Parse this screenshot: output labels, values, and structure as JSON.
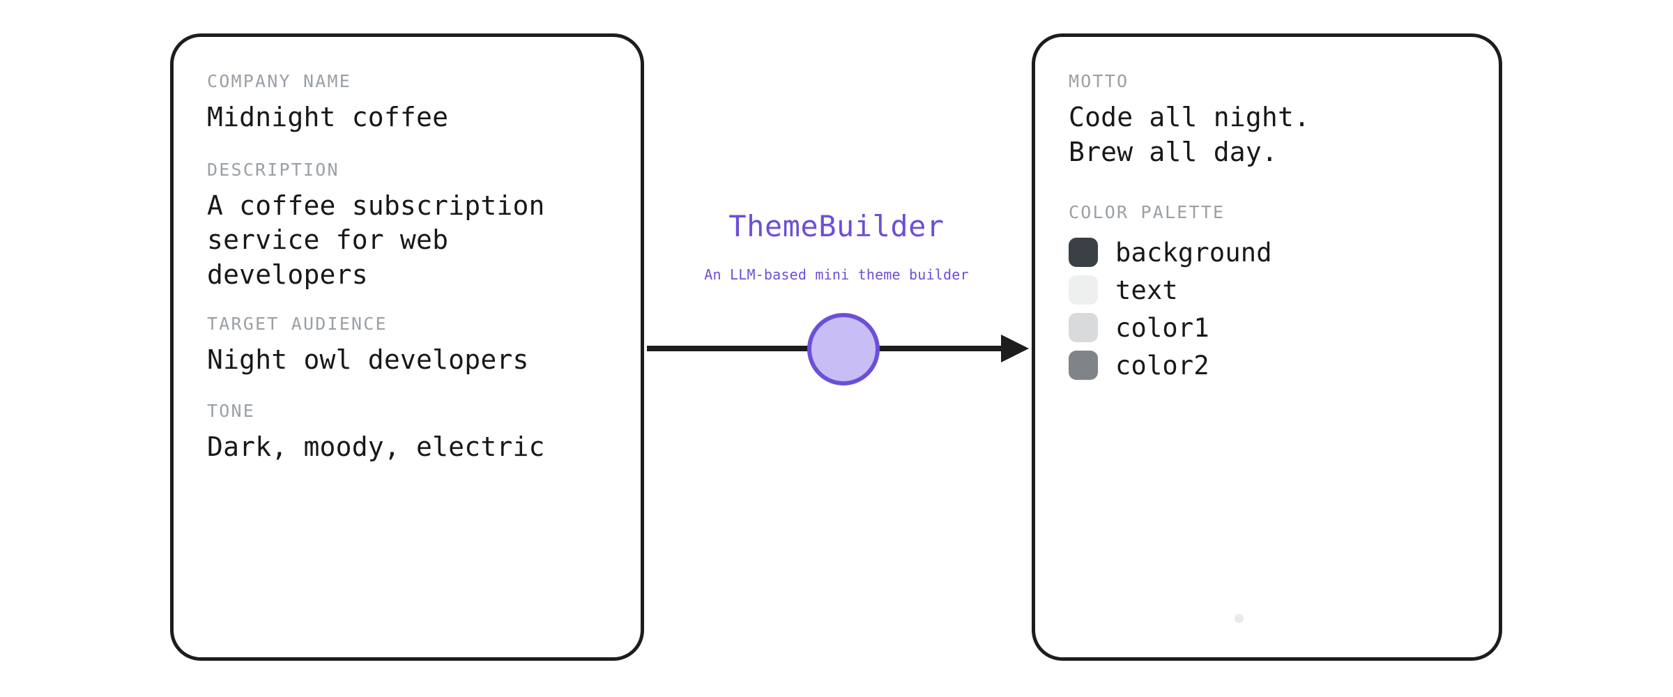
{
  "brand": {
    "title": "ThemeBuilder",
    "subtitle": "An LLM-based mini theme builder",
    "accent_color": "#6c4fd8",
    "node_fill_color": "#c9bdf5"
  },
  "input_card": {
    "fields": [
      {
        "label": "COMPANY NAME",
        "value": "Midnight coffee"
      },
      {
        "label": "DESCRIPTION",
        "value": "A coffee subscription\nservice for web\ndevelopers"
      },
      {
        "label": "TARGET AUDIENCE",
        "value": "Night owl developers"
      },
      {
        "label": "TONE",
        "value": "Dark, moody, electric"
      }
    ]
  },
  "output_card": {
    "motto": {
      "label": "MOTTO",
      "value": "Code all night.\nBrew all day."
    },
    "palette": {
      "label": "COLOR PALETTE",
      "swatches": [
        {
          "name": "background",
          "color": "#3a4046"
        },
        {
          "name": "text",
          "color": "#eeefef"
        },
        {
          "name": "color1",
          "color": "#d8dadb"
        },
        {
          "name": "color2",
          "color": "#808488"
        }
      ]
    }
  },
  "theme": {
    "label_color": "#9aa0a6",
    "value_color": "#18181b",
    "card_border_color": "#1d1d1f",
    "arrow_color": "#1d1d1f",
    "page_background": "#ffffff"
  }
}
